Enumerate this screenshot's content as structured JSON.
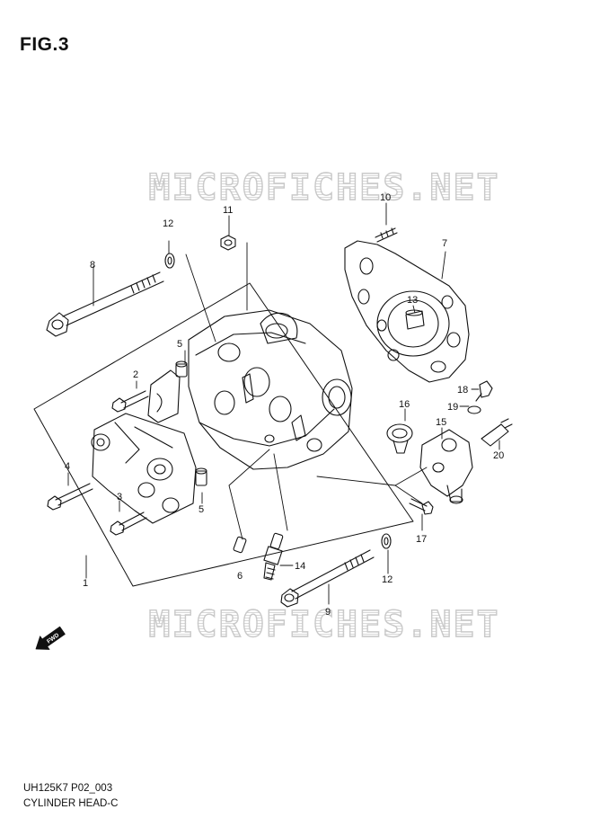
{
  "figure": {
    "title": "FIG.3"
  },
  "watermark": {
    "text": "MICROFICHES.NET"
  },
  "callouts": [
    {
      "id": "c1",
      "label": "1"
    },
    {
      "id": "c2",
      "label": "2"
    },
    {
      "id": "c3",
      "label": "3"
    },
    {
      "id": "c4",
      "label": "4"
    },
    {
      "id": "c5a",
      "label": "5"
    },
    {
      "id": "c5b",
      "label": "5"
    },
    {
      "id": "c6",
      "label": "6"
    },
    {
      "id": "c7",
      "label": "7"
    },
    {
      "id": "c8",
      "label": "8"
    },
    {
      "id": "c9",
      "label": "9"
    },
    {
      "id": "c10",
      "label": "10"
    },
    {
      "id": "c11",
      "label": "11"
    },
    {
      "id": "c12a",
      "label": "12"
    },
    {
      "id": "c12b",
      "label": "12"
    },
    {
      "id": "c13",
      "label": "13"
    },
    {
      "id": "c14",
      "label": "14"
    },
    {
      "id": "c15",
      "label": "15"
    },
    {
      "id": "c16",
      "label": "16"
    },
    {
      "id": "c17",
      "label": "17"
    },
    {
      "id": "c18",
      "label": "18"
    },
    {
      "id": "c19",
      "label": "19"
    },
    {
      "id": "c20",
      "label": "20"
    }
  ],
  "direction_arrow": {
    "label": "FWD"
  },
  "footer": {
    "code": "UH125K7 P02_003",
    "name": "CYLINDER HEAD-C"
  }
}
